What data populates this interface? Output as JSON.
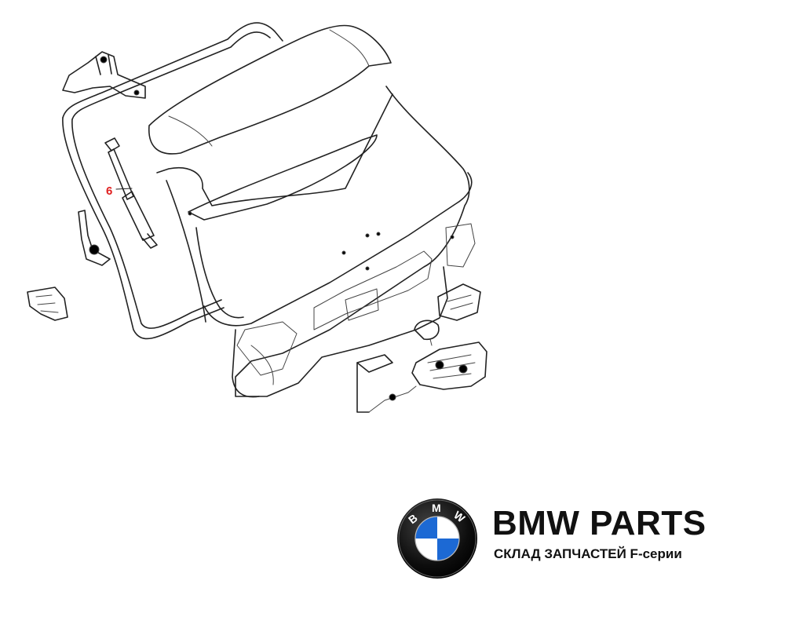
{
  "diagram": {
    "callout_number": "6"
  },
  "brand": {
    "logo_letters": [
      "B",
      "M",
      "W"
    ],
    "title": "BMW PARTS",
    "subtitle": "СКЛАД ЗАПЧАСТЕЙ F-серии",
    "colors": {
      "blue": "#1c69d4",
      "dark": "#111111",
      "white": "#ffffff"
    }
  }
}
